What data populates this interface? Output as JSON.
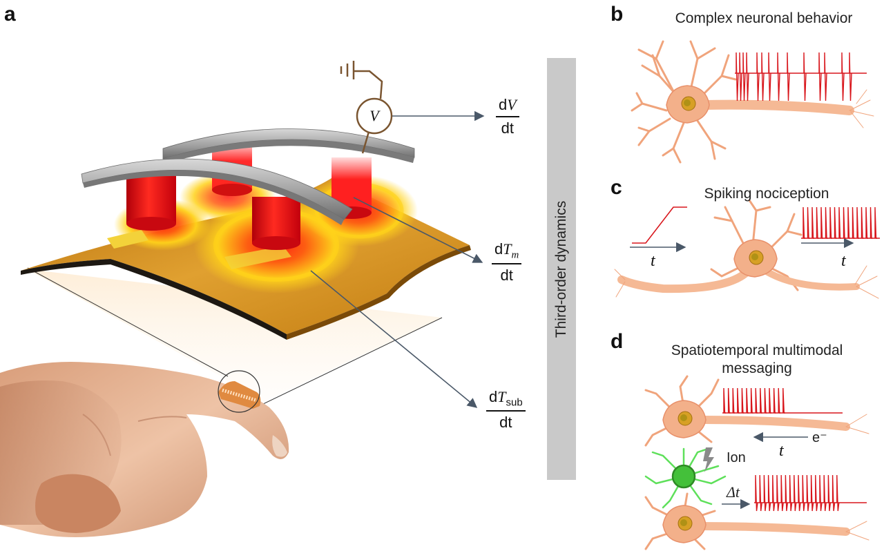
{
  "panels": {
    "a": {
      "letter": "a"
    },
    "b": {
      "letter": "b",
      "title": "Complex neuronal behavior"
    },
    "c": {
      "letter": "c",
      "title": "Spiking nociception",
      "input_axis": "t",
      "output_axis": "t"
    },
    "d": {
      "letter": "d",
      "title_line1": "Spatiotemporal multimodal",
      "title_line2": "messaging",
      "electron_label": "e⁻",
      "time_label": "t",
      "ion_label": "Ion",
      "delay_label": "Δt"
    }
  },
  "derivatives": [
    {
      "d": "d",
      "var": "V",
      "sub": "",
      "den": "dt"
    },
    {
      "d": "d",
      "var": "T",
      "sub": "m",
      "den": "dt"
    },
    {
      "d": "d",
      "var": "T",
      "sub": "sub",
      "den": "dt"
    }
  ],
  "voltmeter_symbol": "V",
  "dynamics_label": "Third-order dynamics",
  "colors": {
    "spike": "#d8151b",
    "neuron": "#f3b08a",
    "neuron_outline": "#e8906a",
    "glia": "#5ee05a",
    "arrow": "#4a5868",
    "heater": "#e8161b",
    "substrate": "#d48a12",
    "electrode": "#a9a9a9",
    "skin": "#e7b898"
  }
}
